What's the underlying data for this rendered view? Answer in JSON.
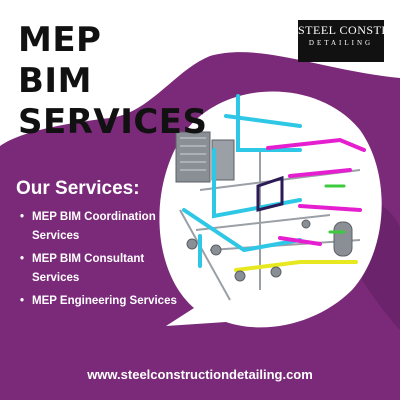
{
  "brand": {
    "logo_line1": "STEEL CONSTRUCTION",
    "logo_line2": "DETAILING"
  },
  "title": {
    "line1": "MEP",
    "line2": "BIM",
    "line3": "SERVICES"
  },
  "services": {
    "heading": "Our Services:",
    "bullet": "•",
    "items": [
      "MEP BIM Coordination Services",
      "MEP BIM Consultant Services",
      "MEP Engineering Services"
    ]
  },
  "footer": {
    "website": "www.steelconstructiondetailing.com"
  },
  "colors": {
    "purple": "#7B2A7A",
    "dark_purple": "#5E1E5E",
    "text_dark": "#111111",
    "white": "#ffffff",
    "pipe_cyan": "#2EC7E6",
    "pipe_magenta": "#E51FD0",
    "pipe_yellow": "#E8E820",
    "pipe_green": "#3CCB3C",
    "equipment_gray": "#8A8F96"
  }
}
